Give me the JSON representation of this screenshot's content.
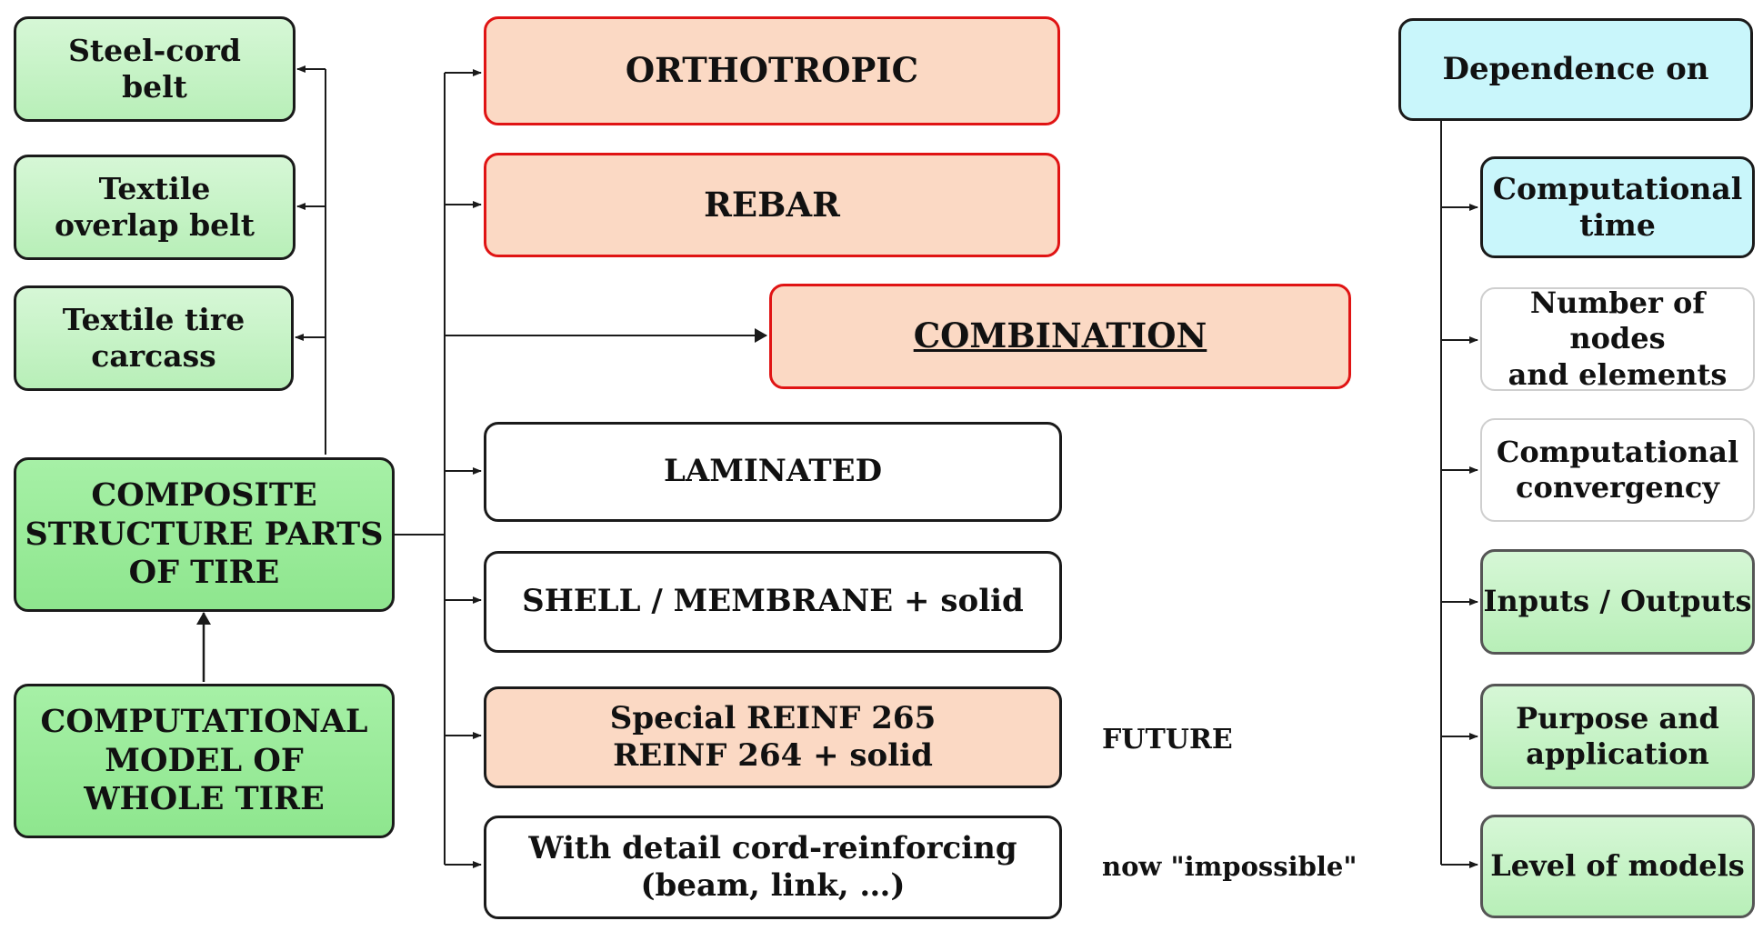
{
  "left_column": {
    "steel_cord_belt": [
      "Steel-cord",
      "belt"
    ],
    "textile_overlap_belt": [
      "Textile",
      "overlap belt"
    ],
    "textile_tire_carcass": [
      "Textile tire",
      "carcass"
    ],
    "composite_parts": [
      "COMPOSITE",
      "STRUCTURE PARTS",
      "OF TIRE"
    ],
    "computational_model": [
      "COMPUTATIONAL",
      "MODEL OF",
      "WHOLE TIRE"
    ]
  },
  "middle_column": {
    "orthotropic": "ORTHOTROPIC",
    "rebar": "REBAR",
    "combination": "COMBINATION",
    "laminated": "LAMINATED",
    "shell_membrane": "SHELL / MEMBRANE + solid",
    "special_reinf": [
      "Special REINF 265",
      "REINF 264 +  solid"
    ],
    "detail_cord": [
      "With detail cord-reinforcing",
      "(beam, link, …)"
    ]
  },
  "notes": {
    "future": "FUTURE",
    "impossible": "now \"impossible\""
  },
  "right_column": {
    "dependence": "Dependence on",
    "computational_time": [
      "Computational",
      "time"
    ],
    "nodes_elements": [
      "Number of nodes",
      "and elements"
    ],
    "convergency": [
      "Computational",
      "convergency"
    ],
    "inputs_outputs": "Inputs / Outputs",
    "purpose": [
      "Purpose and",
      "application"
    ],
    "level_models": "Level of models"
  },
  "colors": {
    "green_fill": "#c6f2c6",
    "strong_green_fill": "#98ea98",
    "orange_fill": "#fbd9c4",
    "orange_border": "#e01414",
    "cyan_fill": "#c9f6fb",
    "line": "#1a1a1a"
  }
}
